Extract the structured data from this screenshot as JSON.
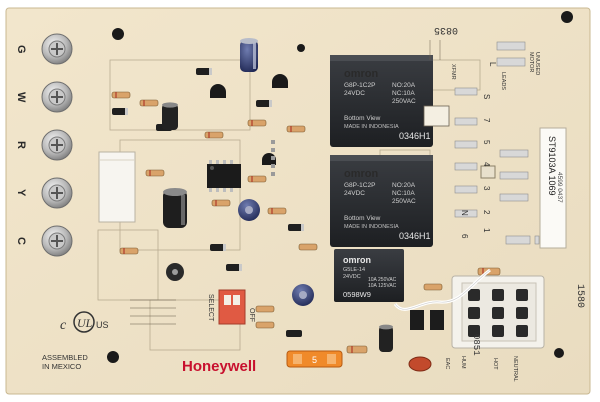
{
  "board": {
    "brand": "Honeywell",
    "assembly_note": [
      "ASSEMBLED",
      "IN MEXICO"
    ],
    "terminals": [
      "G",
      "W",
      "R",
      "Y",
      "C"
    ],
    "top_code": "0835",
    "part_label": [
      "ST9103A 1069",
      "4599 0437"
    ],
    "right_code": "1580",
    "corner_code": "0851",
    "select_label": "SELECT",
    "off_label": "OFF",
    "cert_mark": "US",
    "right_pin_labels": [
      "L",
      "S",
      "7",
      "5",
      "4",
      "3",
      "2",
      "1",
      "N",
      "6"
    ],
    "small_labels": [
      "UNUSED",
      "MOTOR",
      "LEADS",
      "XFMR",
      "NEUTRAL",
      "HOT",
      "HUM",
      "EAC"
    ],
    "fuse_label": "5",
    "relay1": {
      "brand": "omron",
      "model": "G8P-1C2P",
      "voltage": "24VDC",
      "rating1": "NO:20A",
      "rating2": "NC:10A",
      "rating3": "250VAC",
      "foot": "Bottom View",
      "country": "MADE IN INDONESIA",
      "code": "0346H1"
    },
    "relay2": {
      "brand": "omron",
      "model": "G8P-1C2P",
      "voltage": "24VDC",
      "rating1": "NO:20A",
      "rating2": "NC:10A",
      "rating3": "250VAC",
      "foot": "Bottom View",
      "country": "MADE IN INDONESIA",
      "code": "0346H1"
    },
    "relay3": {
      "brand": "omron",
      "model": "G5LE-14",
      "voltage": "24VDC",
      "rating1": "10A 250VAC",
      "rating2": "10A 125VAC",
      "code": "0598W9"
    }
  }
}
